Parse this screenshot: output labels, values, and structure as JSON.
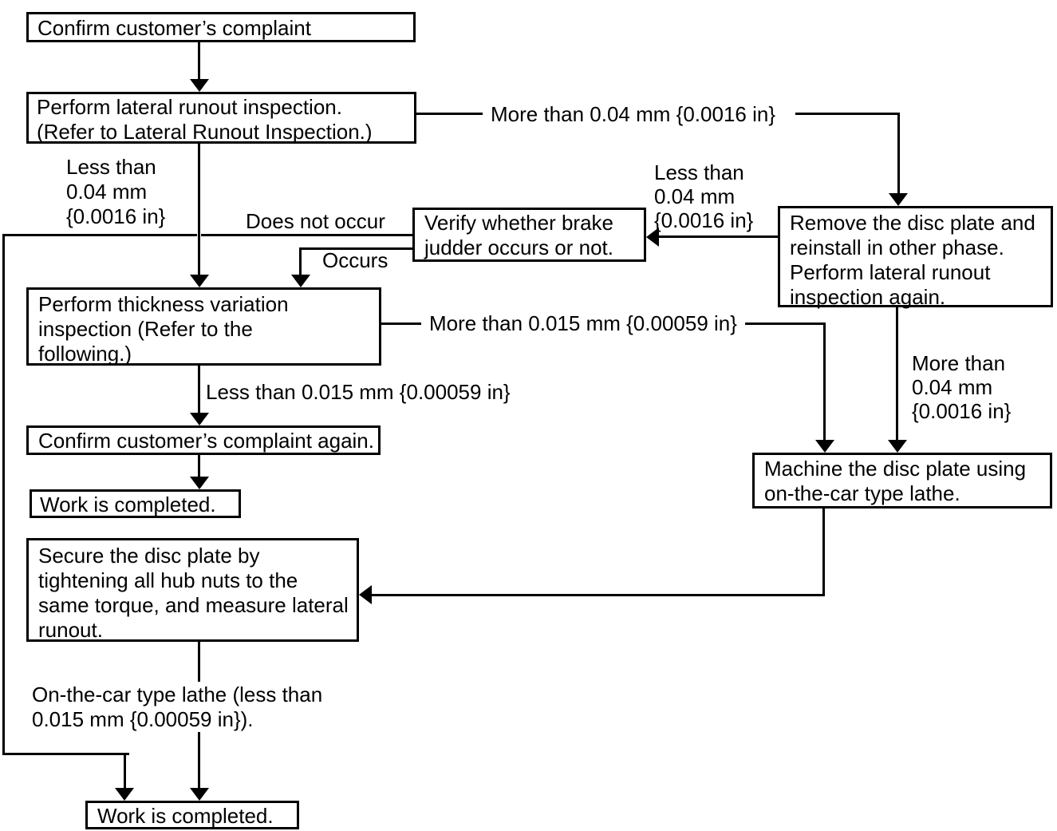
{
  "colors": {
    "line": "#000000",
    "background": "#ffffff",
    "text": "#000000"
  },
  "nodes": {
    "confirm_complaint": "Confirm customer’s complaint",
    "lateral_runout": "Perform lateral runout inspection.\n(Refer to Lateral Runout Inspection.)",
    "verify_judder": "Verify whether brake\njudder occurs or not.",
    "remove_disc": "Remove the disc plate and\nreinstall in other phase.\nPerform lateral runout\ninspection again.",
    "thickness_variation": "Perform thickness variation\ninspection (Refer to the\nfollowing.)",
    "confirm_again": "Confirm customer’s complaint again.",
    "work_completed_1": "Work is completed.",
    "secure_disc": "Secure the disc plate by\ntightening all hub nuts to the\nsame torque, and measure lateral\nrunout.",
    "machine_disc": "Machine the disc plate using\non-the-car type lathe.",
    "work_completed_2": "Work is completed."
  },
  "labels": {
    "more_than_004_top": "More than 0.04 mm {0.0016 in}",
    "less_than_004_left": "Less than\n0.04 mm\n{0.0016 in}",
    "less_than_004_right": "Less than\n0.04 mm\n{0.0016 in}",
    "does_not_occur": "Does not occur",
    "occurs": "Occurs",
    "more_than_0015": "More than 0.015 mm {0.00059 in}",
    "less_than_0015": "Less than 0.015 mm {0.00059 in}",
    "more_than_004_right": "More than\n0.04 mm\n{0.0016 in}",
    "on_the_car": "On-the-car type lathe (less than\n0.015 mm {0.00059 in})."
  }
}
